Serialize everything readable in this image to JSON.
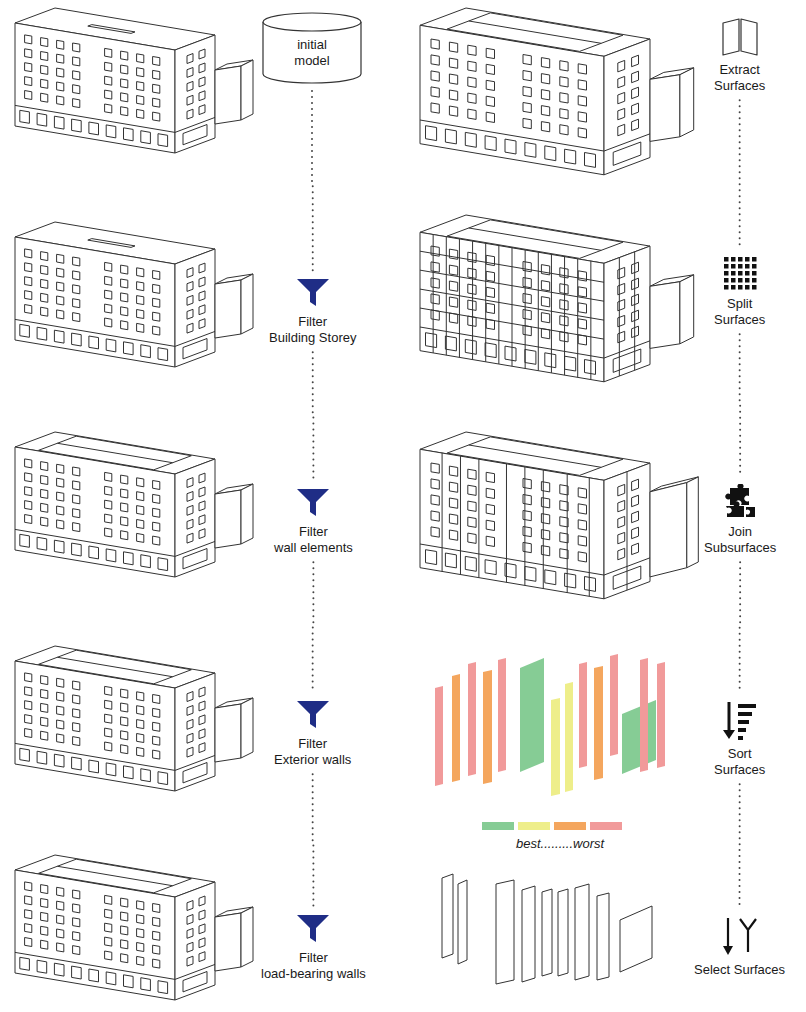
{
  "diagram": {
    "nodes": [
      {
        "text": [
          "initial model"
        ]
      },
      {
        "text": [
          "Filter",
          "Building Storey"
        ]
      },
      {
        "text": [
          "Filter",
          "wall elements"
        ]
      },
      {
        "text": [
          "Filter",
          "Exterior walls"
        ]
      },
      {
        "text": [
          "Filter",
          "load-bearing walls"
        ]
      },
      {
        "text": [
          "Extract Surfaces"
        ]
      },
      {
        "text": [
          "Split Surfaces"
        ]
      },
      {
        "text": [
          "Join Subsurfaces"
        ]
      },
      {
        "text": [
          "Sort Surfaces"
        ]
      },
      {
        "text": [
          "Select Surfaces"
        ]
      }
    ],
    "edges": [
      {
        "from": 0,
        "to": 1,
        "arrow": "none"
      },
      {
        "from": 1,
        "to": 2,
        "arrow": "none"
      },
      {
        "from": 2,
        "to": 3,
        "arrow": "none"
      },
      {
        "from": 3,
        "to": 4,
        "arrow": "none"
      },
      {
        "from": 5,
        "to": 6,
        "arrow": "none"
      },
      {
        "from": 6,
        "to": 7,
        "arrow": "none"
      },
      {
        "from": 7,
        "to": 8,
        "arrow": "none"
      },
      {
        "from": 8,
        "to": 9,
        "arrow": "none"
      }
    ],
    "labels": [
      "best.........worst"
    ]
  }
}
